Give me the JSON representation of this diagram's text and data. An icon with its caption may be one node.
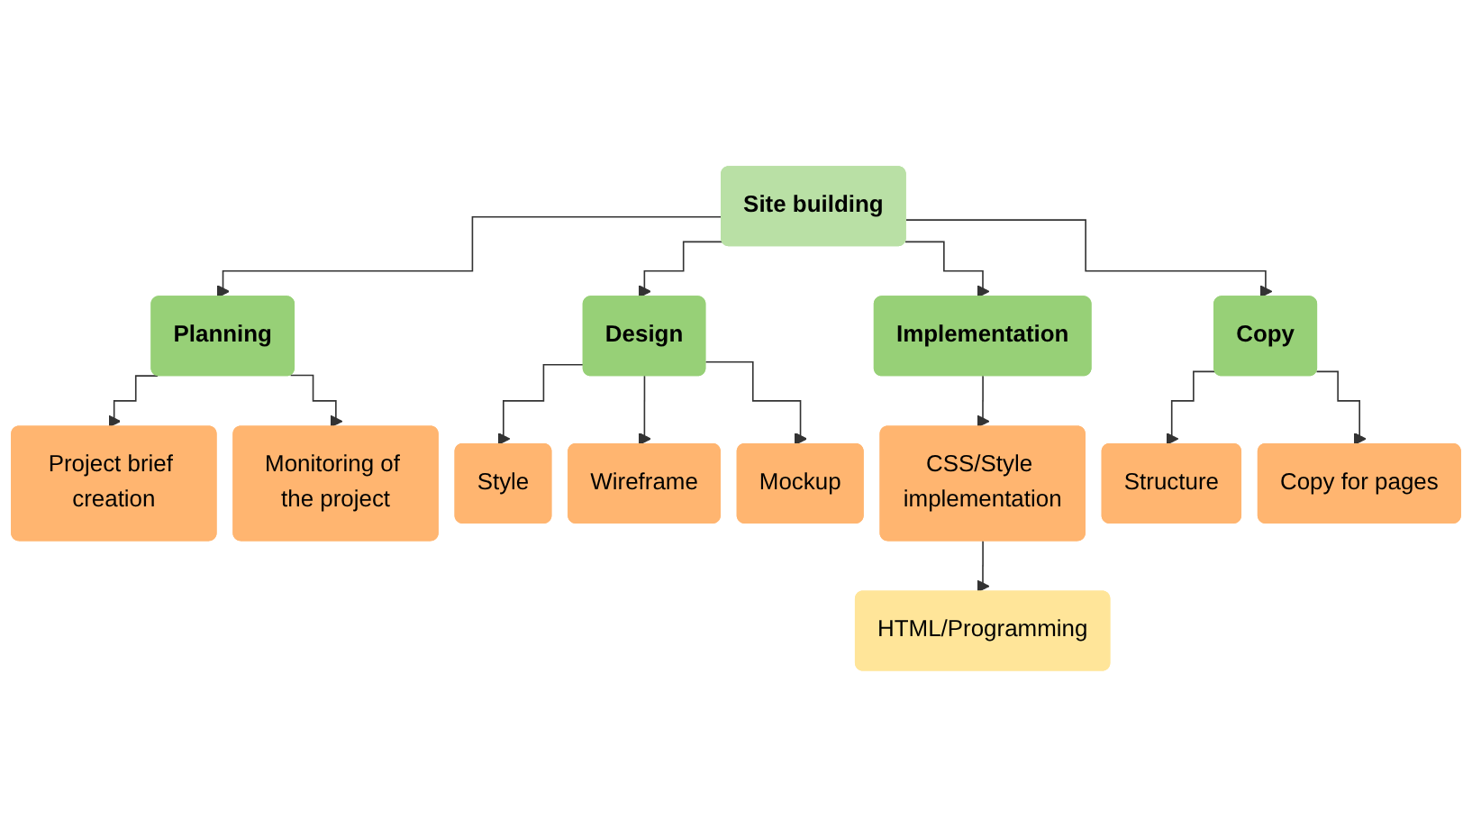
{
  "diagram": {
    "nodes": [
      {
        "text": [
          "Site building"
        ]
      },
      {
        "text": [
          "Planning"
        ]
      },
      {
        "text": [
          "Design"
        ]
      },
      {
        "text": [
          "Implementation"
        ]
      },
      {
        "text": [
          "Copy"
        ]
      },
      {
        "text": [
          "Project brief creation"
        ]
      },
      {
        "text": [
          "Monitoring of the project"
        ]
      },
      {
        "text": [
          "Style"
        ]
      },
      {
        "text": [
          "Wireframe"
        ]
      },
      {
        "text": [
          "Mockup"
        ]
      },
      {
        "text": [
          "CSS/Style implementation"
        ]
      },
      {
        "text": [
          "HTML/Programming"
        ]
      },
      {
        "text": [
          "Structure"
        ]
      },
      {
        "text": [
          "Copy for pages"
        ]
      }
    ],
    "edges": [
      {
        "from": 0,
        "to": 1,
        "arrow": "to"
      },
      {
        "from": 0,
        "to": 2,
        "arrow": "to"
      },
      {
        "from": 0,
        "to": 3,
        "arrow": "to"
      },
      {
        "from": 0,
        "to": 4,
        "arrow": "to"
      },
      {
        "from": 1,
        "to": 5,
        "arrow": "to"
      },
      {
        "from": 1,
        "to": 6,
        "arrow": "to"
      },
      {
        "from": 2,
        "to": 7,
        "arrow": "to"
      },
      {
        "from": 2,
        "to": 8,
        "arrow": "to"
      },
      {
        "from": 2,
        "to": 9,
        "arrow": "to"
      },
      {
        "from": 3,
        "to": 10,
        "arrow": "to"
      },
      {
        "from": 10,
        "to": 11,
        "arrow": "to"
      },
      {
        "from": 4,
        "to": 12,
        "arrow": "to"
      },
      {
        "from": 4,
        "to": 13,
        "arrow": "to"
      }
    ]
  }
}
